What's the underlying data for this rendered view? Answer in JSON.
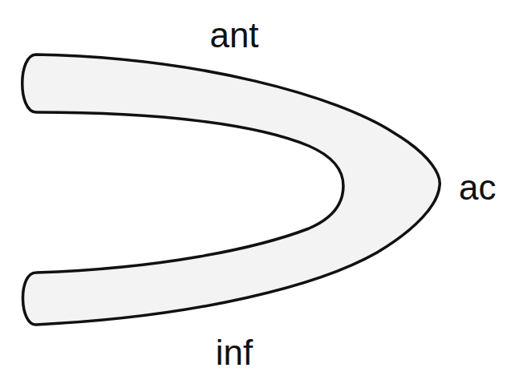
{
  "diagram": {
    "labels": [
      "ant",
      "ac",
      "inf"
    ]
  }
}
